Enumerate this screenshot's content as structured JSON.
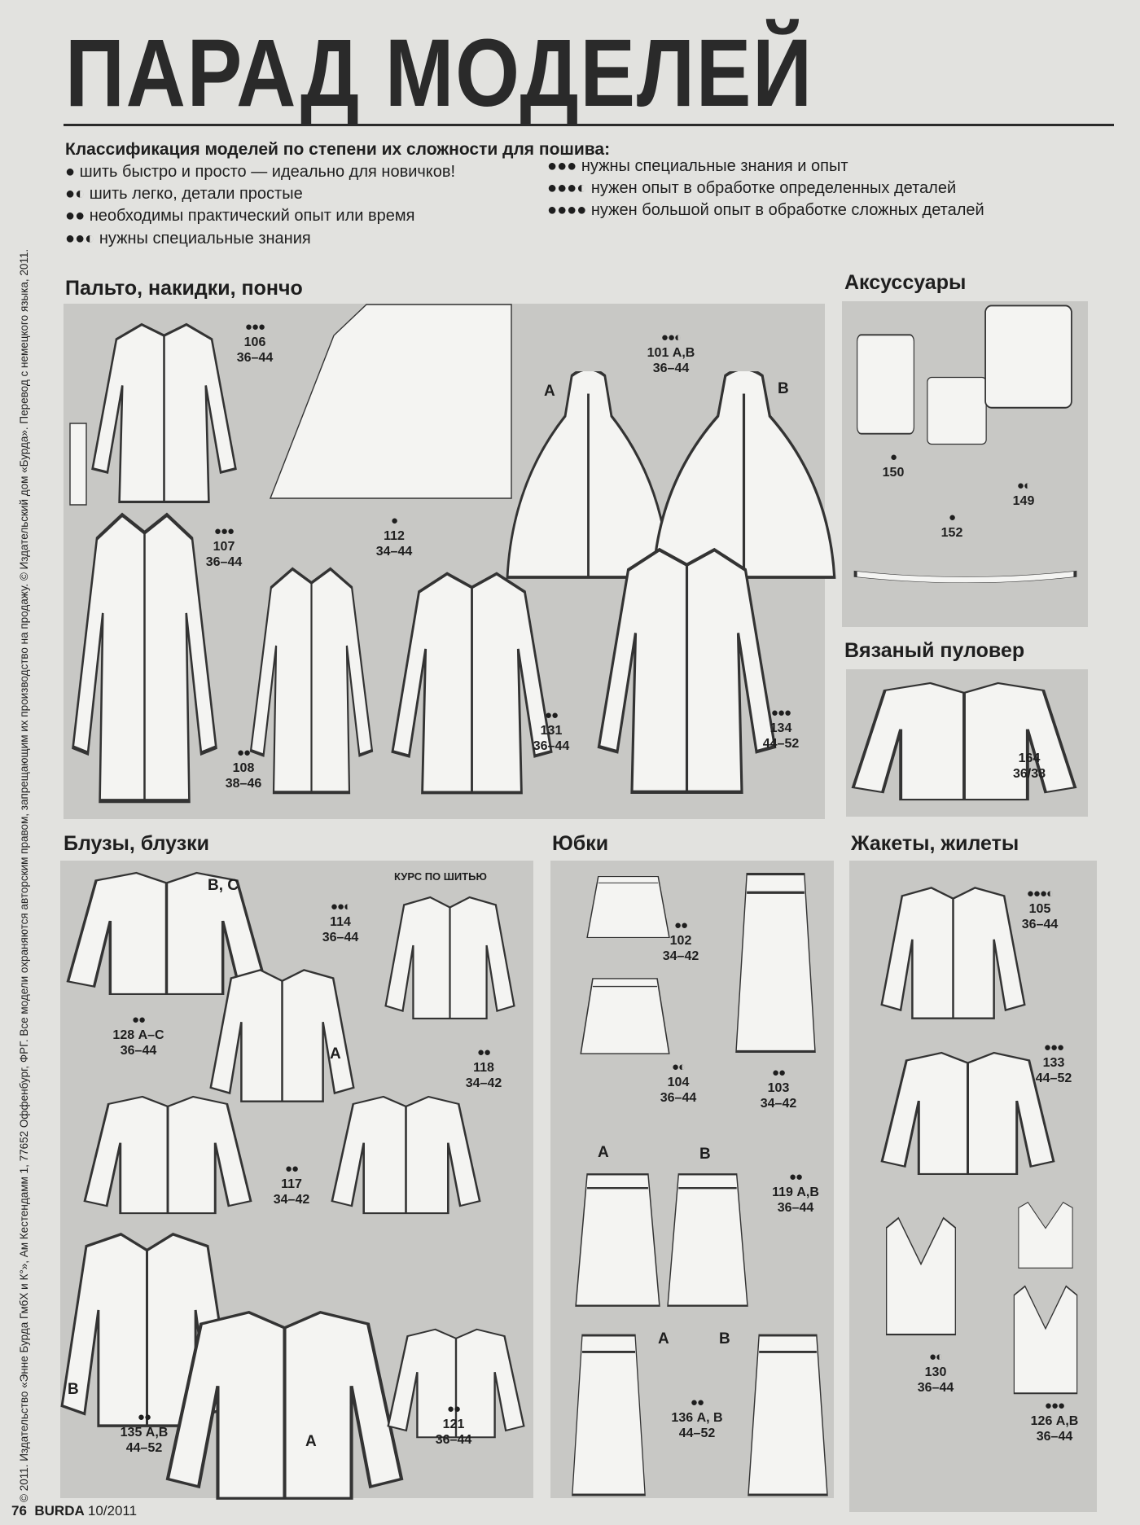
{
  "title": "ПАРАД МОДЕЛЕЙ",
  "legend": {
    "heading": "Классификация моделей по степени их сложности для пошива:",
    "items": [
      {
        "dots": "●",
        "text": "шить быстро и просто — идеально для новичков!"
      },
      {
        "dots": "●◐",
        "text": "шить легко, детали простые"
      },
      {
        "dots": "●●",
        "text": "необходимы практический опыт или время"
      },
      {
        "dots": "●●◐",
        "text": "нужны специальные знания"
      },
      {
        "dots": "●●●",
        "text": "нужны специальные знания и опыт"
      },
      {
        "dots": "●●●◐",
        "text": "нужен опыт в обработке определенных деталей"
      },
      {
        "dots": "●●●●",
        "text": "нужен большой опыт в обработке сложных деталей"
      }
    ]
  },
  "sections": {
    "coats": "Пальто, накидки, пончо",
    "accessories": "Аксуссуары",
    "pullover": "Вязаный пуловер",
    "blouses": "Блузы, блузки",
    "skirts": "Юбки",
    "jackets": "Жакеты, жилеты"
  },
  "models": [
    {
      "dots": "●●●",
      "number": "106",
      "sizes": "36–44"
    },
    {
      "dots": "●",
      "number": "112",
      "sizes": "34–44"
    },
    {
      "dots": "●●◐",
      "number": "101 А,В",
      "sizes": "36–44"
    },
    {
      "dots": "●●●",
      "number": "107",
      "sizes": "36–44"
    },
    {
      "dots": "●●",
      "number": "108",
      "sizes": "38–46"
    },
    {
      "dots": "●●",
      "number": "131",
      "sizes": "36–44"
    },
    {
      "dots": "●●●",
      "number": "134",
      "sizes": "44–52"
    },
    {
      "dots": "●",
      "number": "150",
      "sizes": ""
    },
    {
      "dots": "●◐",
      "number": "149",
      "sizes": ""
    },
    {
      "dots": "●",
      "number": "152",
      "sizes": ""
    },
    {
      "dots": "",
      "number": "164",
      "sizes": "36/38"
    },
    {
      "dots": "●●",
      "number": "128 А–С",
      "sizes": "36–44"
    },
    {
      "dots": "●●◐",
      "number": "114",
      "sizes": "36–44"
    },
    {
      "dots": "●●",
      "number": "118",
      "sizes": "34–42"
    },
    {
      "dots": "●●",
      "number": "117",
      "sizes": "34–42"
    },
    {
      "dots": "●●",
      "number": "135 А,В",
      "sizes": "44–52"
    },
    {
      "dots": "●●",
      "number": "121",
      "sizes": "36–44"
    },
    {
      "dots": "●●",
      "number": "102",
      "sizes": "34–42"
    },
    {
      "dots": "●◐",
      "number": "104",
      "sizes": "36–44"
    },
    {
      "dots": "●●",
      "number": "103",
      "sizes": "34–42"
    },
    {
      "dots": "●●",
      "number": "119 А,В",
      "sizes": "36–44"
    },
    {
      "dots": "●●",
      "number": "136 А, В",
      "sizes": "44–52"
    },
    {
      "dots": "●●●◐",
      "number": "105",
      "sizes": "36–44"
    },
    {
      "dots": "●●●",
      "number": "133",
      "sizes": "44–52"
    },
    {
      "dots": "●◐",
      "number": "130",
      "sizes": "36–44"
    },
    {
      "dots": "●●●",
      "number": "126 А,В",
      "sizes": "36–44"
    }
  ],
  "variant_labels": [
    "А",
    "В",
    "B, C",
    "А",
    "В",
    "А",
    "А",
    "В",
    "А",
    "В"
  ],
  "course_label": "КУРС ПО ШИТЬЮ",
  "copyright": "© 2011. Издательство «Энне Бурда ГмбХ и К°», Ам Кестендамм 1, 77652 Оффенбург, ФРГ. Все модели охраняются авторским правом, запрещающим их производство на продажу. © Издательский дом «Бурда». Перевод с немецкого языка, 2011.",
  "footer": {
    "page": "76",
    "brand": "BURDA",
    "issue": "10/2011"
  }
}
